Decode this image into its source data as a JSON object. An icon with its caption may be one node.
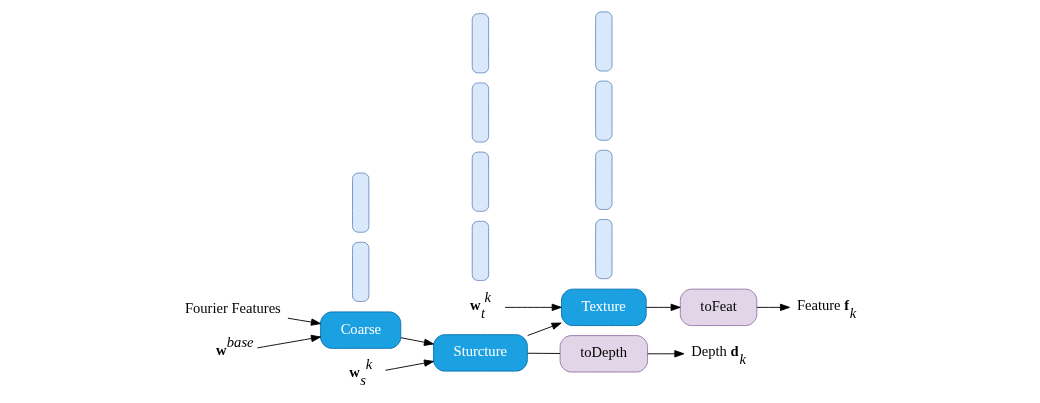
{
  "diagram": {
    "nodes": [
      {
        "text": [
          "Fourier Features"
        ]
      },
      {
        "text": [
          "**w**$^{base}$"
        ]
      },
      {
        "text": [],
        "shape": "bar"
      },
      {
        "text": [],
        "shape": "bar"
      },
      {
        "text": [
          "Coarse"
        ]
      },
      {
        "text": [
          "**w**$_{s}$$^{k}$"
        ]
      },
      {
        "text": [],
        "shape": "bar"
      },
      {
        "text": [],
        "shape": "bar"
      },
      {
        "text": [],
        "shape": "bar"
      },
      {
        "text": [],
        "shape": "bar"
      },
      {
        "text": [
          "Sturcture"
        ]
      },
      {
        "text": [
          "**w**$_{t}$$^{k}$"
        ]
      },
      {
        "text": [],
        "shape": "bar"
      },
      {
        "text": [],
        "shape": "bar"
      },
      {
        "text": [],
        "shape": "bar"
      },
      {
        "text": [],
        "shape": "bar"
      },
      {
        "text": [
          "Texture"
        ]
      },
      {
        "text": [
          "toFeat"
        ]
      },
      {
        "text": [
          "Feature **f**$_{k}$"
        ]
      },
      {
        "text": [
          "toDepth"
        ]
      },
      {
        "text": [
          "Depth **d**$_{k}$"
        ]
      }
    ],
    "edges": [
      {
        "from": 0,
        "to": 4,
        "arrow": "to"
      },
      {
        "from": 1,
        "to": 4,
        "arrow": "to"
      },
      {
        "from": 4,
        "to": 10,
        "arrow": "to"
      },
      {
        "from": 5,
        "to": 10,
        "arrow": "to"
      },
      {
        "from": 10,
        "to": 16,
        "arrow": "to"
      },
      {
        "from": 10,
        "to": 19,
        "arrow": "none"
      },
      {
        "from": 11,
        "to": 16,
        "arrow": "to"
      },
      {
        "from": 16,
        "to": 17,
        "arrow": "to"
      },
      {
        "from": 17,
        "to": 18,
        "arrow": "to"
      },
      {
        "from": 19,
        "to": 20,
        "arrow": "to"
      }
    ]
  }
}
